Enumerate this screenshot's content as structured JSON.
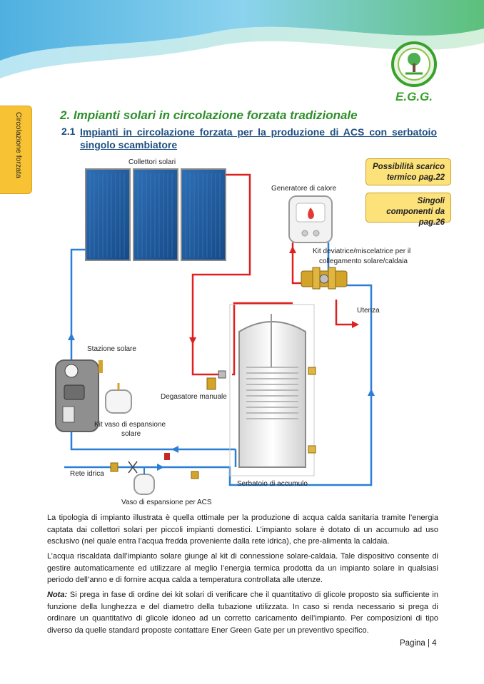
{
  "side_tab": "Circolazione forzata",
  "logo": {
    "text": "E.G.G."
  },
  "section_title": "2. Impianti solari in circolazione forzata tradizionale",
  "subsection": {
    "number": "2.1",
    "title_line1": "Impianti in circolazione forzata per la produzione di ACS con serbatoio",
    "title_line2": "singolo scambiatore"
  },
  "notes": {
    "box1": "Possibilità scarico termico pag.22",
    "box2": "Singoli componenti da pag.26"
  },
  "diagram_labels": {
    "collectors": "Collettori solari",
    "boiler": "Generatore di calore",
    "kit_line1": "Kit deviatrice/miscelatrice per il",
    "kit_line2": "collegamento solare/caldaia",
    "utenza": "Utenza",
    "solar_station": "Stazione solare",
    "degasser": "Degasatore manuale",
    "expansion_line1": "Kit vaso di espansione",
    "expansion_line2": "solare",
    "water_mains": "Rete idrica",
    "storage_tank": "Serbatoio di accumulo",
    "acs_expansion": "Vaso di espansione per ACS"
  },
  "paragraphs": {
    "p1": "La tipologia di impianto illustrata è quella ottimale per la produzione di acqua calda sanitaria tramite l’energia captata dai collettori solari per piccoli impianti domestici. L’impianto solare è dotato di un accumulo ad uso esclusivo (nel quale entra l’acqua fredda proveniente dalla rete idrica), che pre-alimenta la caldaia.",
    "p2": "L’acqua riscaldata dall’impianto solare giunge al kit di connessione solare-caldaia. Tale dispositivo consente di gestire automaticamente ed utilizzare al meglio l’energia termica prodotta da un impianto solare in qualsiasi periodo dell’anno e di fornire acqua calda a temperatura controllata alle utenze.",
    "note_label": "Nota:",
    "p3": " Si prega in fase di ordine dei kit solari di verificare che il quantitativo di glicole proposto sia sufficiente in funzione della lunghezza e del diametro della tubazione utilizzata. In caso si renda necessario si prega di ordinare un quantitativo di glicole idoneo ad un corretto caricamento dell’impianto. Per composizioni di tipo diverso da quelle standard proposte contattare Ener Green Gate per un preventivo specifico."
  },
  "footer": "Pagina | 4",
  "colors": {
    "green": "#2d8f2a",
    "blue_heading": "#1e4f82",
    "yellow": "#f7c233",
    "pipe_red": "#e02020",
    "pipe_blue": "#2a7fd4"
  }
}
